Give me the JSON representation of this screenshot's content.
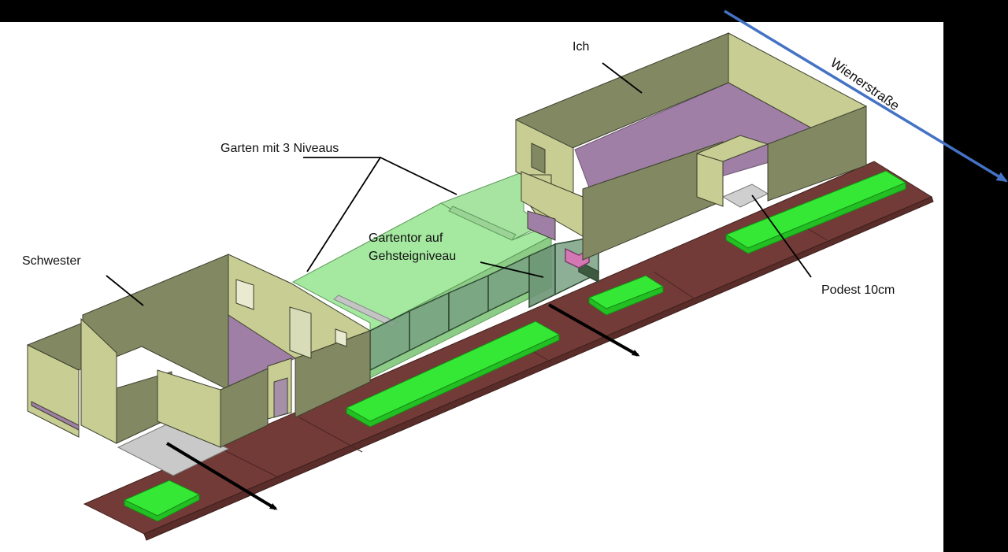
{
  "labels": {
    "ich": "Ich",
    "street": "Wienerstraße",
    "garden": "Garten mit 3 Niveaus",
    "gate_line1": "Gartentor auf",
    "gate_line2": "Gehsteigniveau",
    "sister": "Schwester",
    "podest": "Podest 10cm"
  },
  "colors": {
    "background": "#000000",
    "canvas": "#ffffff",
    "road": "#733b37",
    "green_bed": "#35e835",
    "garden": "#a5e8a0",
    "wall_light": "#c7cd93",
    "wall_dark": "#828962",
    "floor": "#9f7fa5",
    "glass": "#78a182",
    "podest": "#c9c9c9",
    "street_arrow": "#4472c4"
  },
  "icons": [
    "exit-arrow-icon",
    "street-direction-arrow-icon"
  ]
}
